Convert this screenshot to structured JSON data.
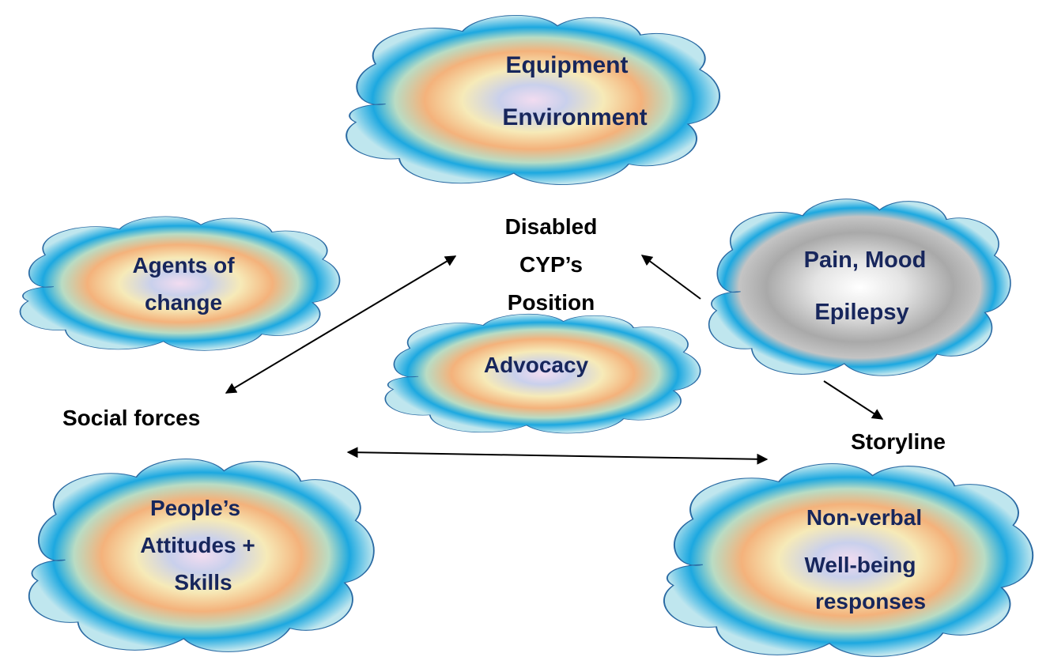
{
  "colors": {
    "cloud_text": "#17265c",
    "label_text": "#000000",
    "cloud_outline": "#2a6aa3",
    "rainbow_outer": "#1ca8e0",
    "rainbow_mid": "#8fd3e6",
    "rainbow_warm": "#f4b27b",
    "rainbow_yellow": "#f6eab8",
    "rainbow_inner": "#c9d0ec",
    "rainbow_center": "#f2dcf0",
    "grey_mid": "#a9a9a9",
    "grey_light": "#e4e4e4",
    "arrow": "#000000"
  },
  "clouds": {
    "equipment": {
      "line1": "Equipment",
      "line2": "Environment"
    },
    "agents": {
      "line1": "Agents of",
      "line2": "change"
    },
    "advocacy": {
      "line1": "Advocacy"
    },
    "pain": {
      "line1": "Pain, Mood",
      "line2": "Epilepsy"
    },
    "people": {
      "line1": "People’s",
      "line2": "Attitudes +",
      "line3": "Skills"
    },
    "nonverbal": {
      "line1": "Non-verbal",
      "line2": "Well-being",
      "line3": "responses"
    }
  },
  "labels": {
    "center_line1": "Disabled",
    "center_line2": "CYP’s",
    "center_line3": "Position",
    "social_forces": "Social forces",
    "storyline": "Storyline"
  }
}
